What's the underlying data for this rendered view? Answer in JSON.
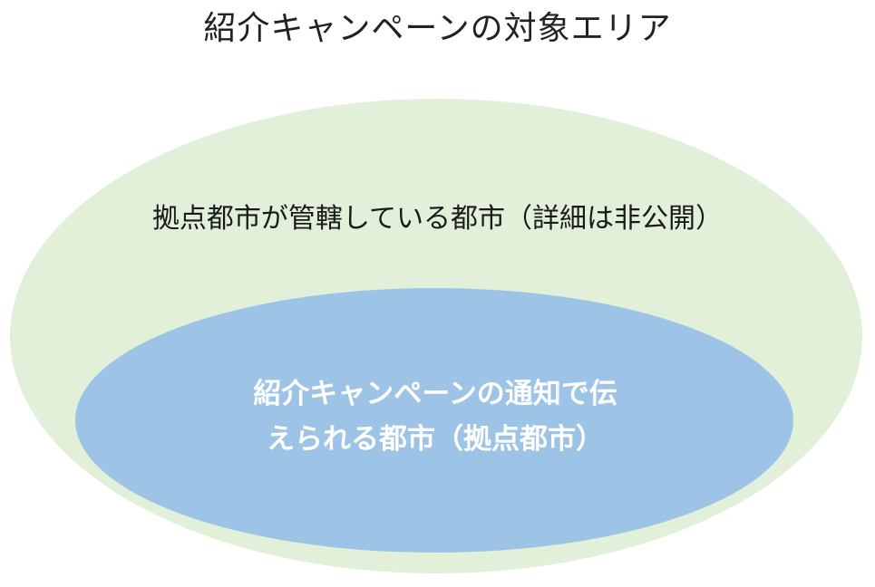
{
  "diagram": {
    "title": "紹介キャンペーンの対象エリア",
    "outer_region": {
      "label": "拠点都市が管轄している都市（詳細は非公開）",
      "color": "#e2efd9"
    },
    "inner_region": {
      "label_line1": "紹介キャンペーンの通知で伝",
      "label_line2": "えられる都市（拠点都市）",
      "color": "#9dc3e6"
    }
  }
}
